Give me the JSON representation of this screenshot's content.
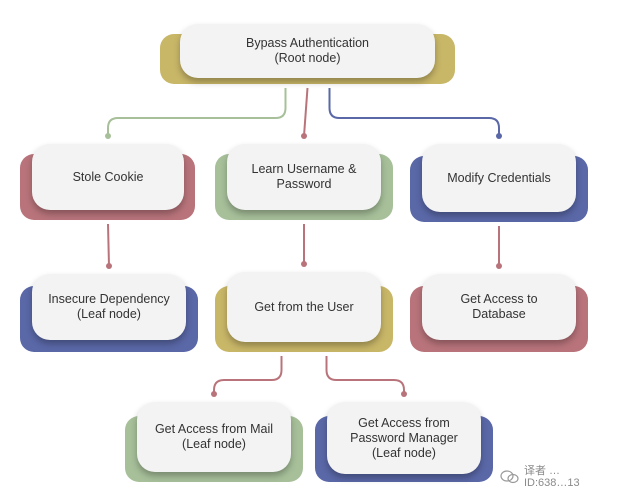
{
  "colors": {
    "gold": "#c9b768",
    "green": "#a7c09a",
    "red": "#b9747b",
    "blue": "#5a68a8",
    "card": "#f3f3f3",
    "text": "#333333"
  },
  "nodes": {
    "root": {
      "label": "Bypass Authentication\n(Root node)",
      "color": "gold"
    },
    "stole_cookie": {
      "label": "Stole Cookie",
      "color": "red"
    },
    "learn_username": {
      "label": "Learn Username &\nPassword",
      "color": "green"
    },
    "modify_credentials": {
      "label": "Modify Credentials",
      "color": "blue"
    },
    "insecure_dependency": {
      "label": "Insecure Dependency\n(Leaf node)",
      "color": "blue"
    },
    "get_from_user": {
      "label": "Get from the User",
      "color": "gold"
    },
    "get_access_database": {
      "label": "Get Access to\nDatabase",
      "color": "red"
    },
    "get_access_mail": {
      "label": "Get Access from Mail\n(Leaf node)",
      "color": "green"
    },
    "get_access_password_manager": {
      "label": "Get Access from\nPassword Manager\n(Leaf node)",
      "color": "blue"
    }
  },
  "edges": [
    {
      "from": "root",
      "to": "stole_cookie",
      "color": "green"
    },
    {
      "from": "root",
      "to": "learn_username",
      "color": "red"
    },
    {
      "from": "root",
      "to": "modify_credentials",
      "color": "blue"
    },
    {
      "from": "stole_cookie",
      "to": "insecure_dependency",
      "color": "red"
    },
    {
      "from": "learn_username",
      "to": "get_from_user",
      "color": "red"
    },
    {
      "from": "modify_credentials",
      "to": "get_access_database",
      "color": "red"
    },
    {
      "from": "get_from_user",
      "to": "get_access_mail",
      "color": "red"
    },
    {
      "from": "get_from_user",
      "to": "get_access_password_manager",
      "color": "red"
    }
  ],
  "watermark": {
    "line1": "译者 …",
    "line2": "ID:638…13"
  }
}
